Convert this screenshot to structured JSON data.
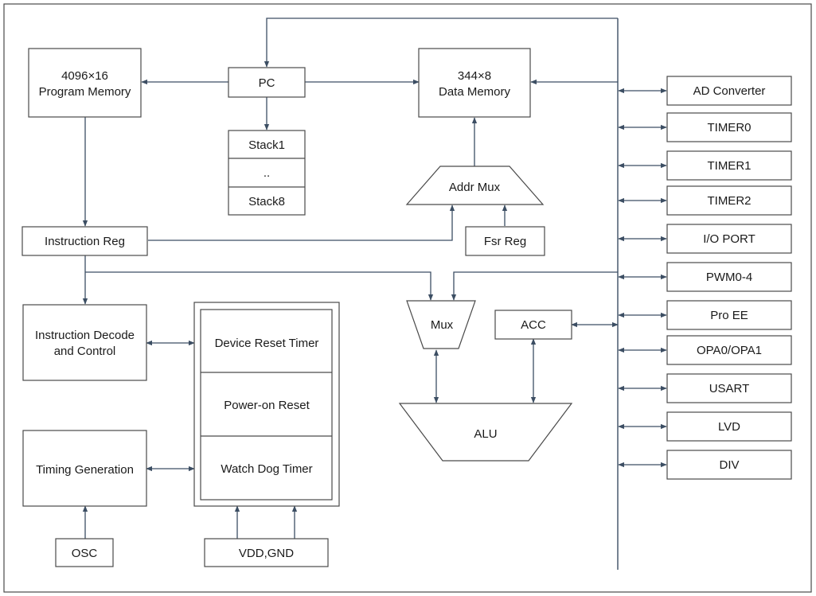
{
  "colors": {
    "stroke": "#3c4e63",
    "box_border": "#4a4a4a",
    "text": "#1a1a1a",
    "background": "#ffffff"
  },
  "blocks": {
    "program_memory": {
      "line1": "4096×16",
      "line2": "Program Memory"
    },
    "pc": "PC",
    "data_memory": {
      "line1": "344×8",
      "line2": "Data Memory"
    },
    "stack": [
      "Stack1",
      "..",
      "Stack8"
    ],
    "addr_mux": "Addr Mux",
    "instruction_reg": "Instruction Reg",
    "fsr_reg": "Fsr Reg",
    "instruction_decode": {
      "line1": "Instruction Decode",
      "line2": "and Control"
    },
    "timing_generation": "Timing Generation",
    "osc": "OSC",
    "reset_group": [
      "Device Reset Timer",
      "Power-on Reset",
      "Watch Dog Timer"
    ],
    "vdd_gnd": "VDD,GND",
    "mux": "Mux",
    "acc": "ACC",
    "alu": "ALU"
  },
  "peripherals": [
    "AD Converter",
    "TIMER0",
    "TIMER1",
    "TIMER2",
    "I/O PORT",
    "PWM0-4",
    "Pro EE",
    "OPA0/OPA1",
    "USART",
    "LVD",
    "DIV"
  ]
}
